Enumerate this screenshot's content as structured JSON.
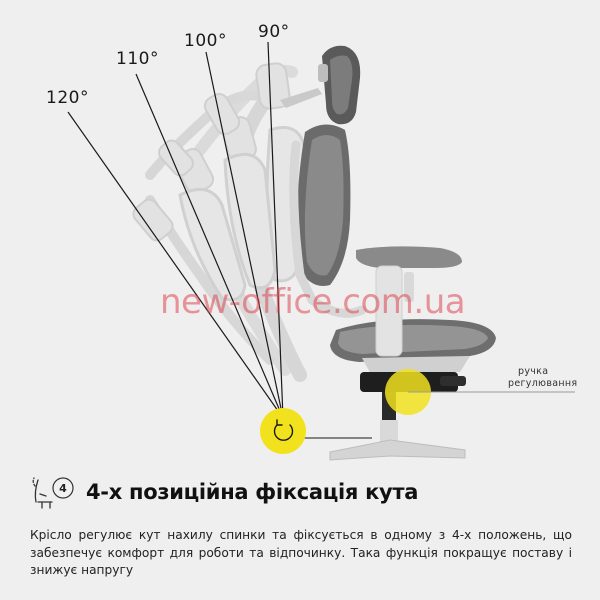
{
  "angles": [
    "120°",
    "110°",
    "100°",
    "90°"
  ],
  "watermark": "new-office.com.ua",
  "handle_label_line1": "ручка",
  "handle_label_line2": "регулювання",
  "feature": {
    "badge_number": "4",
    "title": "4-х позиційна фіксація кута"
  },
  "description": "Крісло регулює кут нахилу спинки та фіксується в одному з 4-х положень, що забезпечує комфорт для роботи та відпочинку. Така функція покращує поставу і знижує напругу",
  "colors": {
    "accent_yellow": "#f2e21e",
    "background": "#efefef",
    "line": "#1a1a1a"
  }
}
